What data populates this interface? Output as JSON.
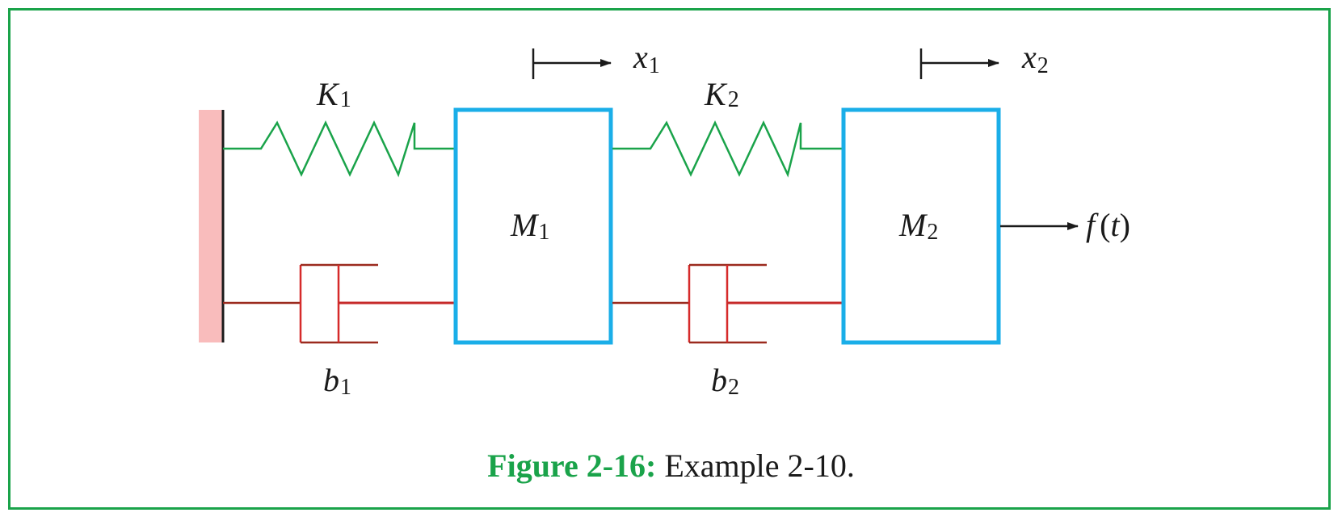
{
  "diagram": {
    "spring1_label": "K",
    "spring1_sub": "1",
    "spring2_label": "K",
    "spring2_sub": "2",
    "mass1_label": "M",
    "mass1_sub": "1",
    "mass2_label": "M",
    "mass2_sub": "2",
    "damper1_label": "b",
    "damper1_sub": "1",
    "damper2_label": "b",
    "damper2_sub": "2",
    "disp1_label": "x",
    "disp1_sub": "1",
    "disp2_label": "x",
    "disp2_sub": "2",
    "force_f": "f",
    "force_open": "(",
    "force_t": "t",
    "force_close": ")"
  },
  "caption": {
    "label": "Figure 2-16:",
    "text": " Example 2-10."
  },
  "colors": {
    "frame": "#1aa34a",
    "mass": "#1aaee8",
    "spring": "#1aa34a",
    "damper_rod": "#9b2a1e",
    "damper_body": "#d62a2a",
    "wall": "#f9bcbc"
  }
}
